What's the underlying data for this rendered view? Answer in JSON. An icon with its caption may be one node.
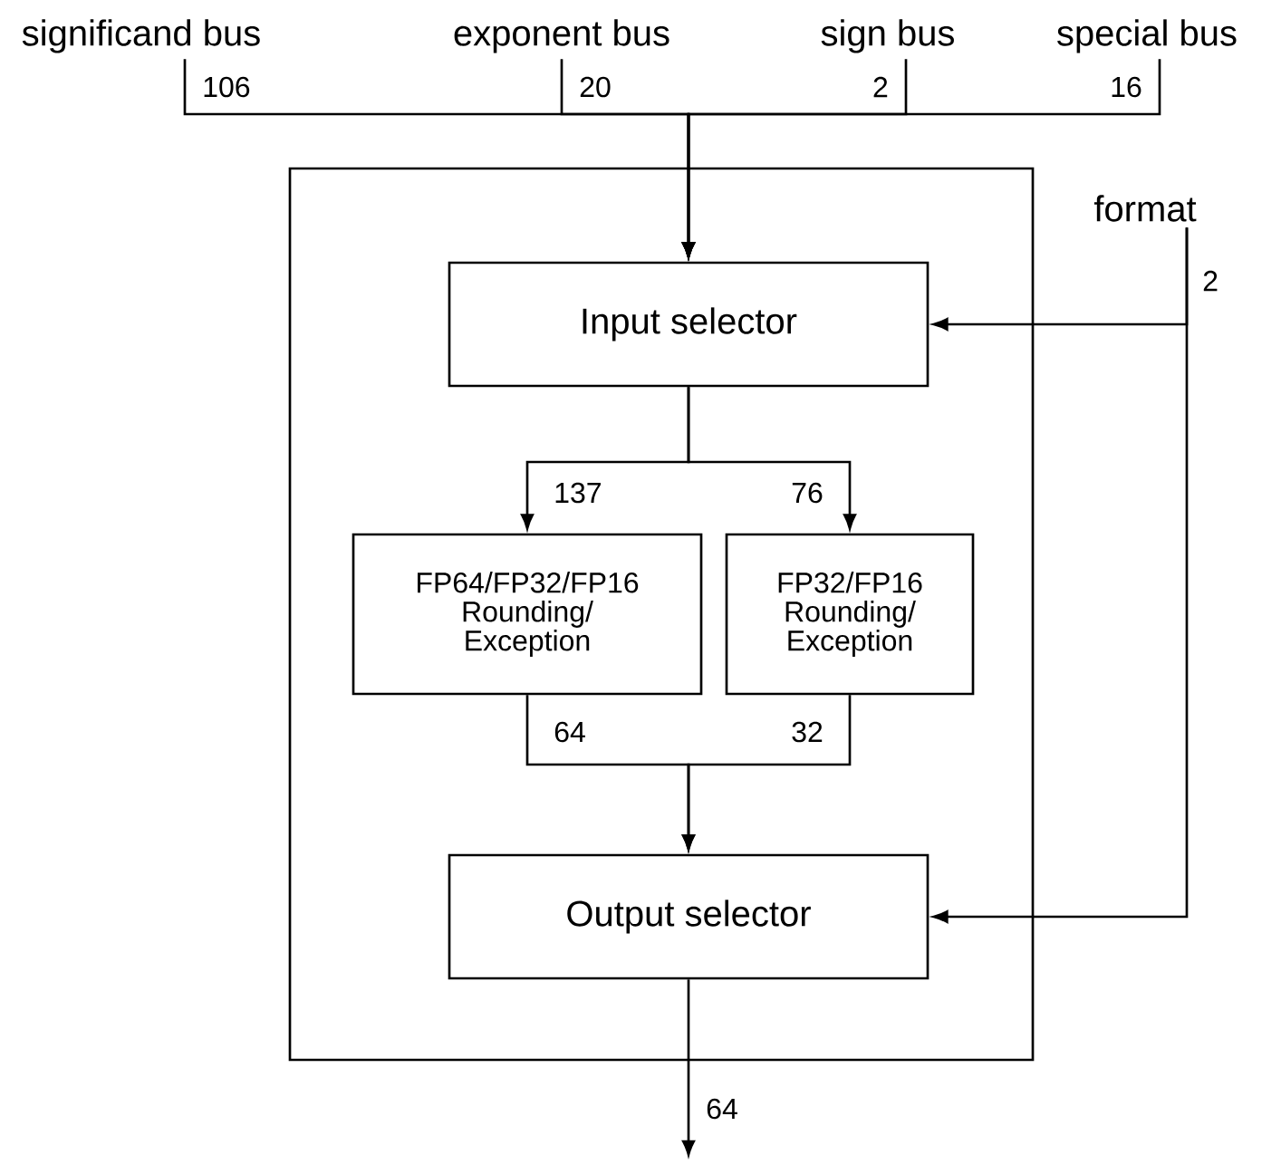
{
  "diagram": {
    "nodes": [
      {
        "text": [],
        "shape": "box"
      },
      {
        "text": [
          "Input selector"
        ],
        "in": 0
      },
      {
        "text": [
          "FP64/FP32/FP16 Rounding/ Exception"
        ],
        "in": 0
      },
      {
        "text": [
          "FP32/FP16 Rounding/ Exception"
        ],
        "in": 0
      },
      {
        "text": [
          "Output selector"
        ],
        "in": 0
      },
      {
        "text": [
          "significand bus"
        ]
      },
      {
        "text": [
          "exponent bus"
        ]
      },
      {
        "text": [
          "sign bus"
        ]
      },
      {
        "text": [
          "special bus"
        ]
      },
      {
        "text": [
          "format"
        ]
      }
    ],
    "edges": [
      {
        "from": 5,
        "to": 1,
        "arrow": "to",
        "label": "106"
      },
      {
        "from": 6,
        "to": 1,
        "arrow": "to",
        "label": "20"
      },
      {
        "from": 7,
        "to": 1,
        "arrow": "to",
        "label": "2"
      },
      {
        "from": 8,
        "to": 1,
        "arrow": "to",
        "label": "16"
      },
      {
        "from": 9,
        "to": 1,
        "arrow": "to",
        "label": "2"
      },
      {
        "from": 9,
        "to": 4,
        "arrow": "to"
      },
      {
        "from": 1,
        "to": 2,
        "arrow": "to",
        "label": "137"
      },
      {
        "from": 1,
        "to": 3,
        "arrow": "to",
        "label": "76"
      },
      {
        "from": 2,
        "to": 4,
        "arrow": "to",
        "label": "64"
      },
      {
        "from": 3,
        "to": 4,
        "arrow": "to",
        "label": "32"
      },
      {
        "from": 4,
        "to": null,
        "arrow": "to",
        "label": "64"
      }
    ]
  }
}
